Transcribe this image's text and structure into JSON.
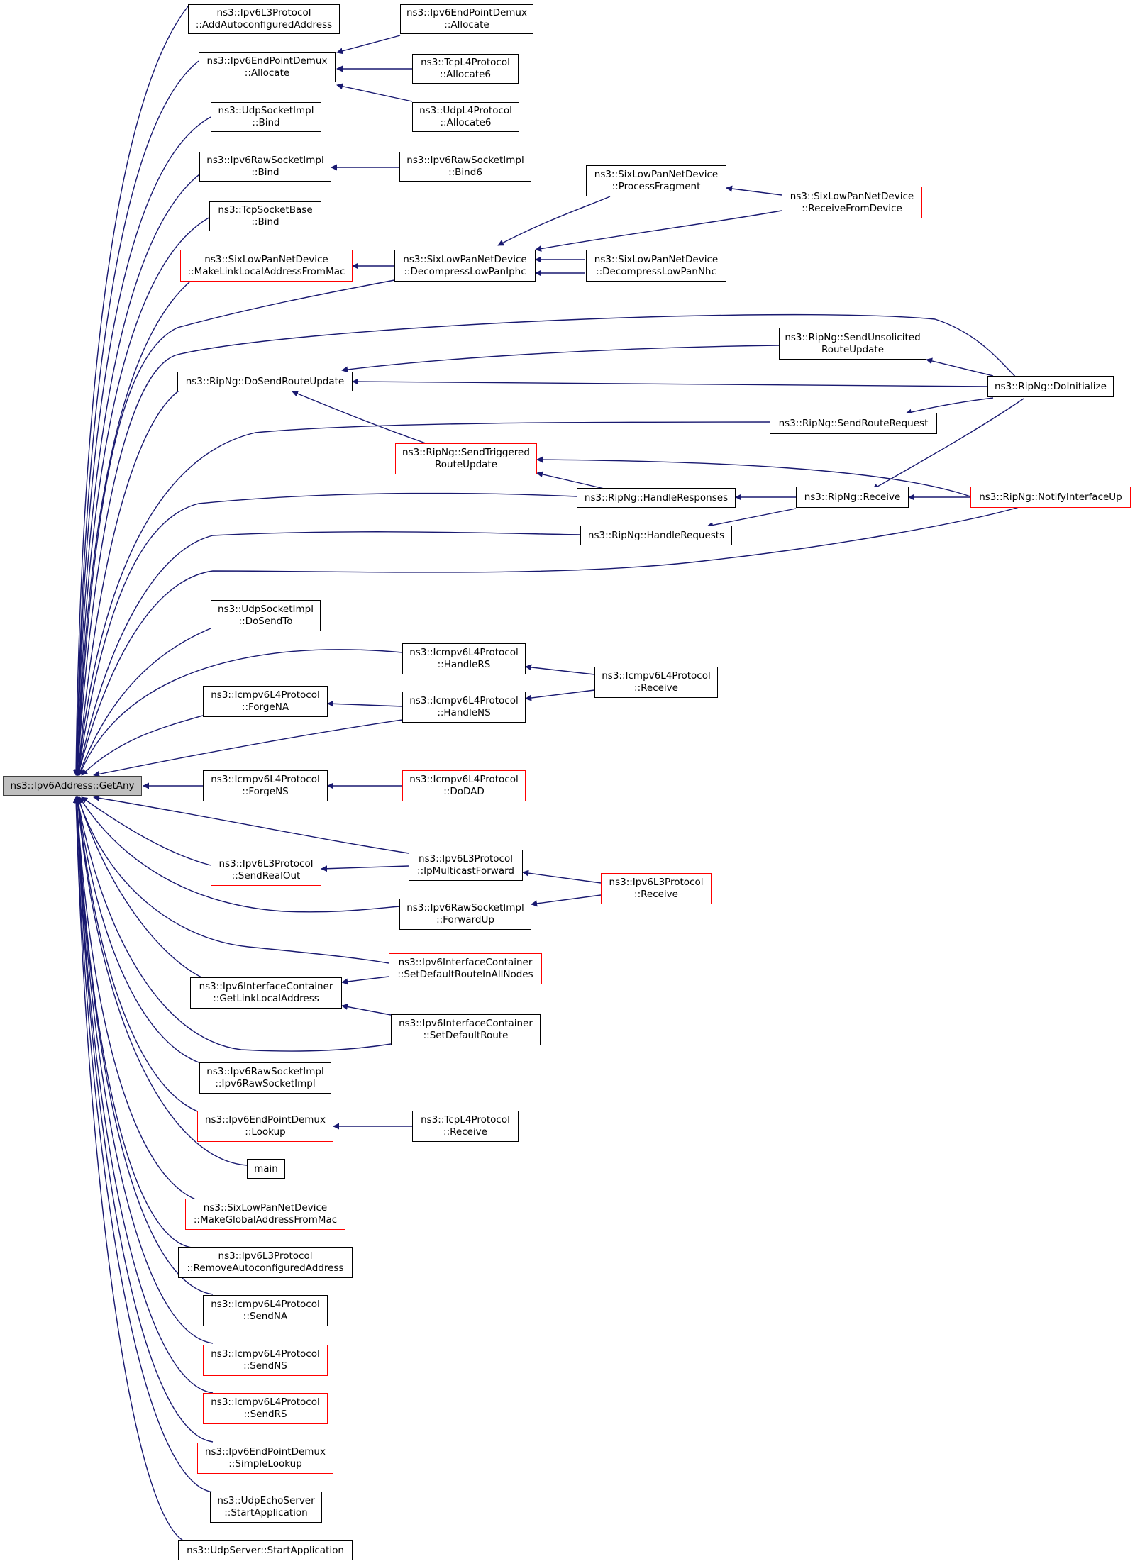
{
  "colors": {
    "edge": "#191970",
    "node_border": "#000000",
    "truncated_border": "#ff0000",
    "root_fill": "#bfbfbf"
  },
  "nodes": {
    "root": {
      "l1": "ns3::Ipv6Address::GetAny"
    },
    "l3_addautocfg": {
      "l1": "ns3::Ipv6L3Protocol",
      "l2": "::AddAutoconfiguredAddress"
    },
    "epdemux_alloc": {
      "l1": "ns3::Ipv6EndPointDemux",
      "l2": "::Allocate"
    },
    "epdemux_alloc_r": {
      "l1": "ns3::Ipv6EndPointDemux",
      "l2": "::Allocate"
    },
    "tcp_alloc6": {
      "l1": "ns3::TcpL4Protocol",
      "l2": "::Allocate6"
    },
    "udp_alloc6": {
      "l1": "ns3::UdpL4Protocol",
      "l2": "::Allocate6"
    },
    "udpsock_bind": {
      "l1": "ns3::UdpSocketImpl",
      "l2": "::Bind"
    },
    "raw_bind": {
      "l1": "ns3::Ipv6RawSocketImpl",
      "l2": "::Bind"
    },
    "raw_bind6": {
      "l1": "ns3::Ipv6RawSocketImpl",
      "l2": "::Bind6"
    },
    "tcpbase_bind": {
      "l1": "ns3::TcpSocketBase",
      "l2": "::Bind"
    },
    "six_mklinklocal": {
      "l1": "ns3::SixLowPanNetDevice",
      "l2": "::MakeLinkLocalAddressFromMac"
    },
    "six_decompiphc": {
      "l1": "ns3::SixLowPanNetDevice",
      "l2": "::DecompressLowPanIphc"
    },
    "six_procfrag": {
      "l1": "ns3::SixLowPanNetDevice",
      "l2": "::ProcessFragment"
    },
    "six_recvfromdev": {
      "l1": "ns3::SixLowPanNetDevice",
      "l2": "::ReceiveFromDevice"
    },
    "six_decompnhc": {
      "l1": "ns3::SixLowPanNetDevice",
      "l2": "::DecompressLowPanNhc"
    },
    "rip_dosendrt": {
      "l1": "ns3::RipNg::DoSendRouteUpdate"
    },
    "rip_sendunsol": {
      "l1": "ns3::RipNg::SendUnsolicited",
      "l2": "RouteUpdate"
    },
    "rip_doinit": {
      "l1": "ns3::RipNg::DoInitialize"
    },
    "rip_sendrtreq": {
      "l1": "ns3::RipNg::SendRouteRequest"
    },
    "rip_sendtrig": {
      "l1": "ns3::RipNg::SendTriggered",
      "l2": "RouteUpdate"
    },
    "rip_handleresp": {
      "l1": "ns3::RipNg::HandleResponses"
    },
    "rip_receive": {
      "l1": "ns3::RipNg::Receive"
    },
    "rip_notifyup": {
      "l1": "ns3::RipNg::NotifyInterfaceUp"
    },
    "rip_handlereq": {
      "l1": "ns3::RipNg::HandleRequests"
    },
    "udpsock_dosendto": {
      "l1": "ns3::UdpSocketImpl",
      "l2": "::DoSendTo"
    },
    "icmp_handlers": {
      "l1": "ns3::Icmpv6L4Protocol",
      "l2": "::HandleRS"
    },
    "icmp_receive": {
      "l1": "ns3::Icmpv6L4Protocol",
      "l2": "::Receive"
    },
    "icmp_forgena": {
      "l1": "ns3::Icmpv6L4Protocol",
      "l2": "::ForgeNA"
    },
    "icmp_handlens": {
      "l1": "ns3::Icmpv6L4Protocol",
      "l2": "::HandleNS"
    },
    "icmp_forgens": {
      "l1": "ns3::Icmpv6L4Protocol",
      "l2": "::ForgeNS"
    },
    "icmp_dodad": {
      "l1": "ns3::Icmpv6L4Protocol",
      "l2": "::DoDAD"
    },
    "l3_sendrealout": {
      "l1": "ns3::Ipv6L3Protocol",
      "l2": "::SendRealOut"
    },
    "l3_ipmcastfwd": {
      "l1": "ns3::Ipv6L3Protocol",
      "l2": "::IpMulticastForward"
    },
    "l3_receive": {
      "l1": "ns3::Ipv6L3Protocol",
      "l2": "::Receive"
    },
    "raw_fwdup": {
      "l1": "ns3::Ipv6RawSocketImpl",
      "l2": "::ForwardUp"
    },
    "ifc_setdefallnodes": {
      "l1": "ns3::Ipv6InterfaceContainer",
      "l2": "::SetDefaultRouteInAllNodes"
    },
    "ifc_getlinklocal": {
      "l1": "ns3::Ipv6InterfaceContainer",
      "l2": "::GetLinkLocalAddress"
    },
    "ifc_setdefroute": {
      "l1": "ns3::Ipv6InterfaceContainer",
      "l2": "::SetDefaultRoute"
    },
    "raw_ctor": {
      "l1": "ns3::Ipv6RawSocketImpl",
      "l2": "::Ipv6RawSocketImpl"
    },
    "epdemux_lookup": {
      "l1": "ns3::Ipv6EndPointDemux",
      "l2": "::Lookup"
    },
    "tcp_receive": {
      "l1": "ns3::TcpL4Protocol",
      "l2": "::Receive"
    },
    "main": {
      "l1": "main"
    },
    "six_mkglobal": {
      "l1": "ns3::SixLowPanNetDevice",
      "l2": "::MakeGlobalAddressFromMac"
    },
    "l3_rmautocfg": {
      "l1": "ns3::Ipv6L3Protocol",
      "l2": "::RemoveAutoconfiguredAddress"
    },
    "icmp_sendna": {
      "l1": "ns3::Icmpv6L4Protocol",
      "l2": "::SendNA"
    },
    "icmp_sendns": {
      "l1": "ns3::Icmpv6L4Protocol",
      "l2": "::SendNS"
    },
    "icmp_sendrs": {
      "l1": "ns3::Icmpv6L4Protocol",
      "l2": "::SendRS"
    },
    "epdemux_simplelookup": {
      "l1": "ns3::Ipv6EndPointDemux",
      "l2": "::SimpleLookup"
    },
    "udpecho_start": {
      "l1": "ns3::UdpEchoServer",
      "l2": "::StartApplication"
    },
    "udpserver_start": {
      "l1": "ns3::UdpServer::StartApplication"
    }
  }
}
